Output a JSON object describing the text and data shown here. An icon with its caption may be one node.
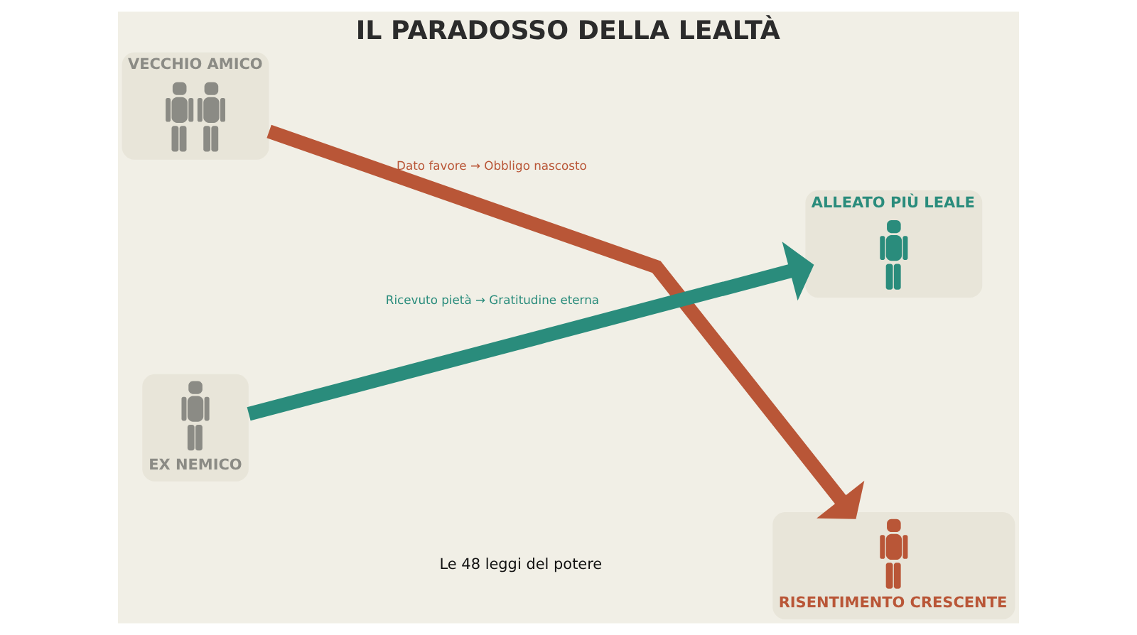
{
  "diagram": {
    "title": "IL PARADOSSO DELLA LEALTÀ",
    "caption": "Le 48 leggi del potere",
    "nodes": [
      {
        "text": [
          "VECCHIO AMICO"
        ]
      },
      {
        "text": [
          "ALLEATO PIÙ LEALE"
        ]
      },
      {
        "text": [
          "EX NEMICO"
        ]
      },
      {
        "text": [
          "RISENTIMENTO CRESCENTE"
        ]
      }
    ],
    "edges": [
      {
        "from": 0,
        "to": 3,
        "arrow": "to",
        "label": "Dato favore → Obbligo nascosto",
        "color": "#b95637"
      },
      {
        "from": 2,
        "to": 1,
        "arrow": "to",
        "label": "Ricevuto pietà → Gratitudine eterna",
        "color": "#2a8c7c"
      }
    ]
  }
}
